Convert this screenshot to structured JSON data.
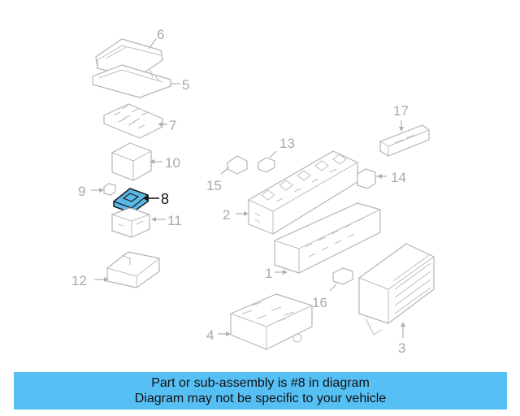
{
  "callouts": {
    "c1": "1",
    "c2": "2",
    "c3": "3",
    "c4": "4",
    "c5": "5",
    "c6": "6",
    "c7": "7",
    "c8": "8",
    "c9": "9",
    "c10": "10",
    "c11": "11",
    "c12": "12",
    "c13": "13",
    "c14": "14",
    "c15": "15",
    "c16": "16",
    "c17": "17"
  },
  "highlighted_part": "8",
  "banner": {
    "line1": "Part or sub-assembly is #8 in diagram",
    "line2": "Diagram may not be specific to your vehicle",
    "background": "#56c0f5"
  },
  "colors": {
    "highlight": "#5ab8e8",
    "line_art": "#b4b4b4"
  }
}
